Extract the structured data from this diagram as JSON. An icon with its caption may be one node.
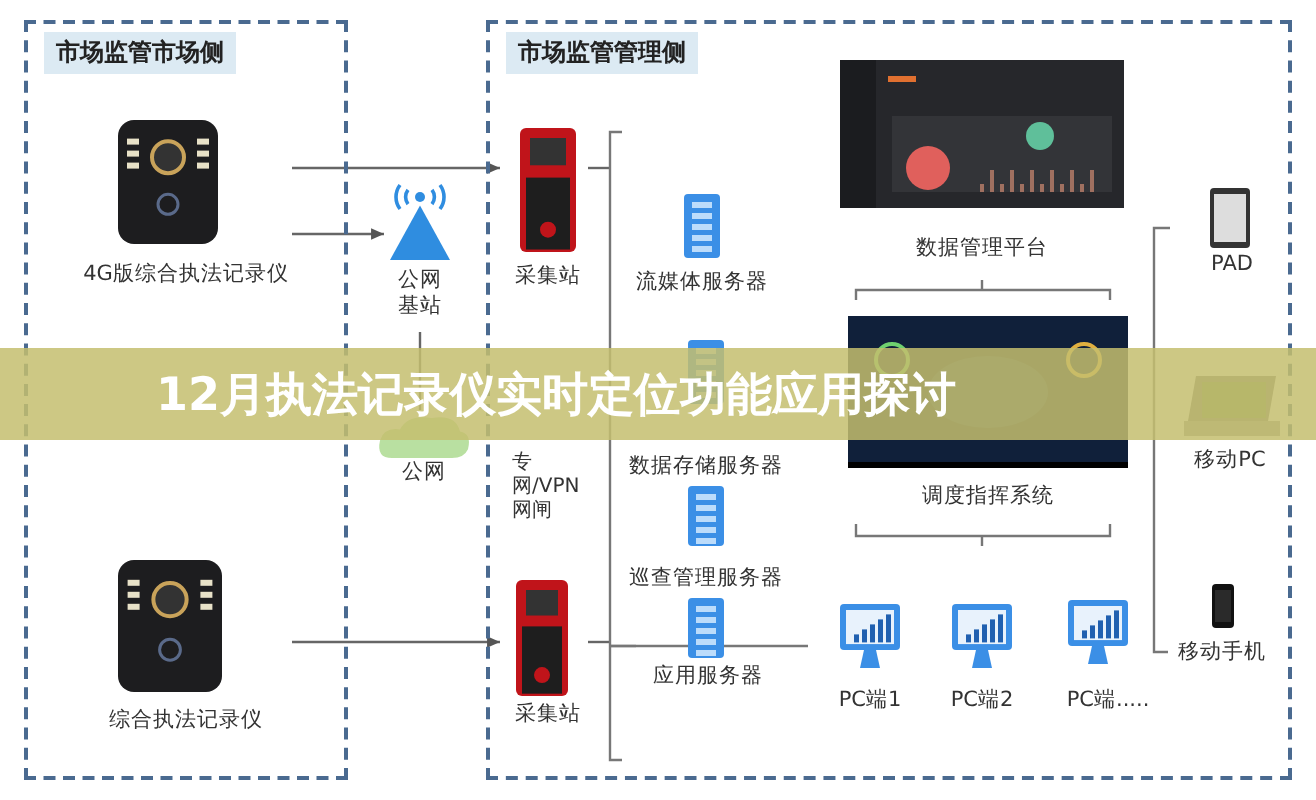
{
  "diagram": {
    "title": "12月执法记录仪实时定位功能应用探讨",
    "nodes": [
      {
        "text": [
          "市场监管市场侧"
        ]
      },
      {
        "text": [
          "市场监管管理侧"
        ]
      },
      {
        "text": [
          "4G版综合执法记录仪"
        ],
        "in": 0
      },
      {
        "text": [
          "综合执法记录仪"
        ],
        "in": 0
      },
      {
        "text": [
          "公网基站"
        ]
      },
      {
        "text": [
          "公网"
        ]
      },
      {
        "text": [
          "采集站"
        ],
        "in": 1
      },
      {
        "text": [
          "采集站"
        ],
        "in": 1
      },
      {
        "text": [
          "流媒体服务器"
        ],
        "in": 1
      },
      {
        "text": [
          "数据存储服务器"
        ],
        "in": 1
      },
      {
        "text": [
          "巡查管理服务器"
        ],
        "in": 1
      },
      {
        "text": [
          "应用服务器"
        ],
        "in": 1
      },
      {
        "text": [
          "数据管理平台"
        ],
        "in": 1
      },
      {
        "text": [
          "调度指挥系统"
        ],
        "in": 1
      },
      {
        "text": [
          "PC端1"
        ],
        "in": 1
      },
      {
        "text": [
          "PC端2"
        ],
        "in": 1
      },
      {
        "text": [
          "PC端....."
        ],
        "in": 1
      },
      {
        "text": [
          "PAD"
        ],
        "in": 1
      },
      {
        "text": [
          "移动PC"
        ],
        "in": 1
      },
      {
        "text": [
          "移动手机"
        ],
        "in": 1
      }
    ],
    "edges": [
      {
        "from": 2,
        "to": 6,
        "arrow": "to"
      },
      {
        "from": 2,
        "to": 4,
        "arrow": "to"
      },
      {
        "from": 3,
        "to": 7,
        "arrow": "to"
      },
      {
        "from": 4,
        "to": 5,
        "arrow": "none"
      },
      {
        "from": 6,
        "to": null,
        "arrow": "none"
      },
      {
        "from": 7,
        "to": null,
        "arrow": "none"
      }
    ],
    "labels": [
      "专网/VPN网闸"
    ]
  }
}
